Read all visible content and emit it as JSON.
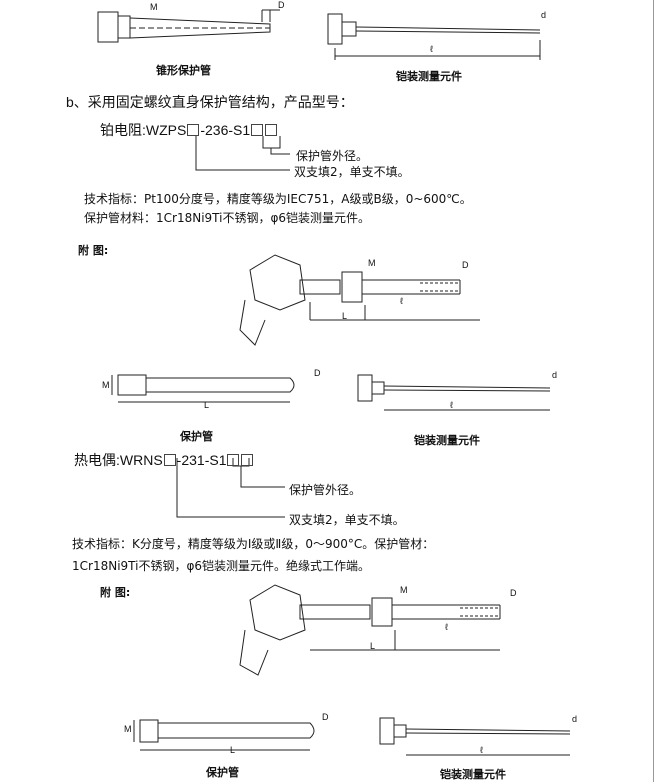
{
  "top": {
    "caption_left": "锥形保护管",
    "caption_right": "铠装测量元件",
    "dim_m": "M",
    "dim_d_big": "D",
    "dim_d_small": "d",
    "dim_l": "ℓ"
  },
  "section_b": {
    "heading": "b、采用固定螺纹直身保护管结构，产品型号：",
    "model_prefix": "铂电阻:WZPS",
    "model_mid": "-236-S1",
    "note_diameter": "保护管外径。",
    "note_branch": "双支填2，单支不填。",
    "spec": "技术指标：Pt100分度号，精度等级为IEC751，A级或B级，0~600℃。",
    "material": "保护管材料：1Cr18Ni9Ti不锈钢，φ6铠装测量元件。",
    "figure_label": "附  图:",
    "fig_labels": {
      "M": "M",
      "D": "D",
      "L": "L",
      "l": "ℓ",
      "d": "d"
    },
    "caption_tube": "保护管",
    "caption_element": "铠装测量元件"
  },
  "section_tc": {
    "model_prefix": "热电偶:WRNS",
    "model_mid": "-231-S1",
    "note_diameter": "保护管外径。",
    "note_branch": "双支填2，单支不填。",
    "spec": "技术指标：K分度号，精度等级为Ⅰ级或Ⅱ级，0～900°C。保护管材：",
    "material": "1Cr18Ni9Ti不锈钢，φ6铠装测量元件。绝缘式工作端。",
    "figure_label": "附  图:",
    "fig_labels": {
      "M": "M",
      "D": "D",
      "L": "L",
      "l": "ℓ",
      "d": "d"
    },
    "caption_tube": "保护管",
    "caption_element": "铠装测量元件"
  }
}
